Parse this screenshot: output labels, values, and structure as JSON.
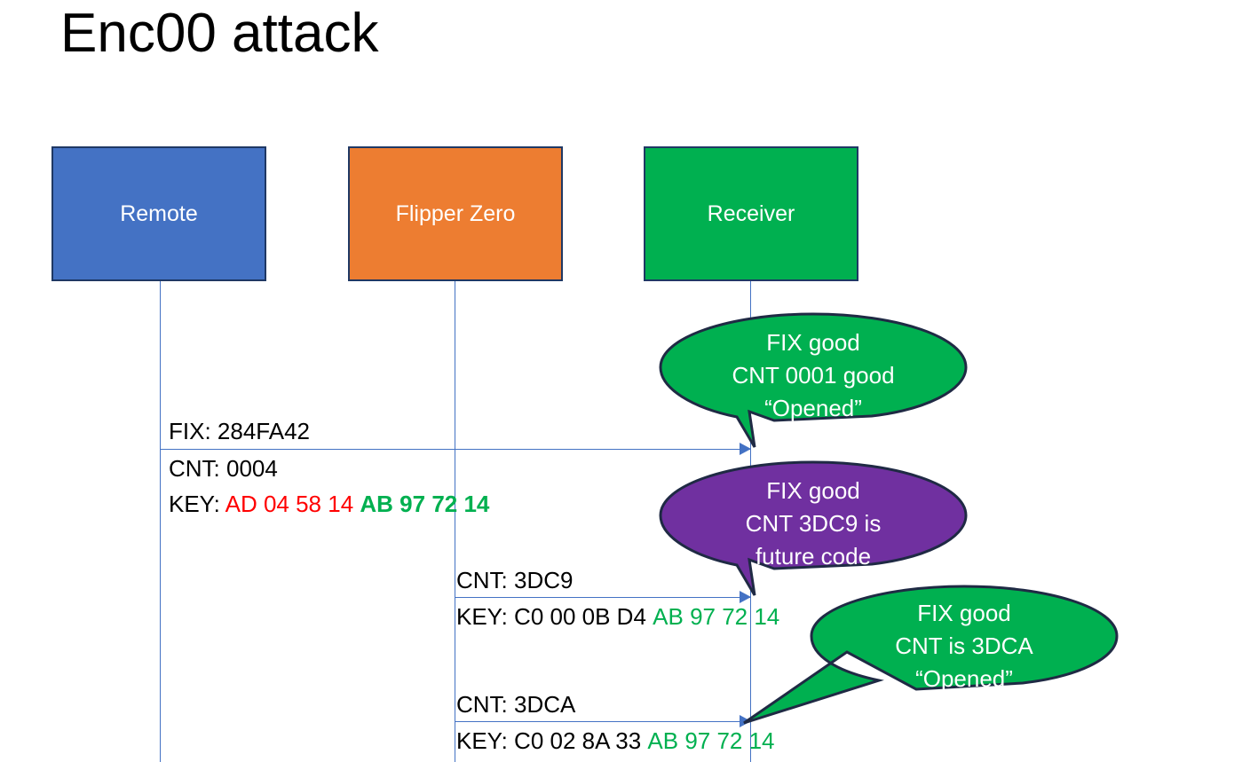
{
  "slide": {
    "title": "Enc00 attack",
    "background": "#FFFFFF"
  },
  "colors": {
    "remote": "#4472C4",
    "flipper": "#ED7D31",
    "receiver": "#00B050",
    "callout_green": "#00B050",
    "callout_purple": "#7030A0",
    "border": "#1F3864",
    "line": "#4472C4",
    "hex_red": "#FF0000",
    "hex_green": "#00B050",
    "text": "#000000",
    "callout_text": "#FFFFFF"
  },
  "actors": [
    {
      "id": "remote",
      "label": "Remote",
      "color": "#4472C4"
    },
    {
      "id": "flipper",
      "label": "Flipper Zero",
      "color": "#ED7D31"
    },
    {
      "id": "receiver",
      "label": "Receiver",
      "color": "#00B050"
    }
  ],
  "messages": [
    {
      "id": "msg1",
      "from": "remote",
      "to": "receiver",
      "fix_line": "FIX: 284FA42",
      "cnt_line": "CNT: 0004",
      "key_label": "KEY: ",
      "key_red": "AD 04 58 14",
      "key_green": "AB 97 72 14"
    },
    {
      "id": "msg2",
      "from": "flipper",
      "to": "receiver",
      "cnt_line": "CNT: 3DC9",
      "key_label": "KEY: ",
      "key_black": "C0 00 0B D4",
      "key_green": "AB 97 72 14"
    },
    {
      "id": "msg3",
      "from": "flipper",
      "to": "receiver",
      "cnt_line": "CNT: 3DCA",
      "key_label": "KEY: ",
      "key_black": "C0 02 8A 33",
      "key_green": "AB 97 72 14"
    }
  ],
  "callouts": [
    {
      "id": "callout1",
      "color": "#00B050",
      "line1": "FIX good",
      "line2": "CNT 0001 good",
      "line3": "“Opened”"
    },
    {
      "id": "callout2",
      "color": "#7030A0",
      "line1": "FIX good",
      "line2": "CNT 3DC9 is",
      "line3": "future code"
    },
    {
      "id": "callout3",
      "color": "#00B050",
      "line1": "FIX good",
      "line2": "CNT is 3DCA",
      "line3": "“Opened”"
    }
  ]
}
